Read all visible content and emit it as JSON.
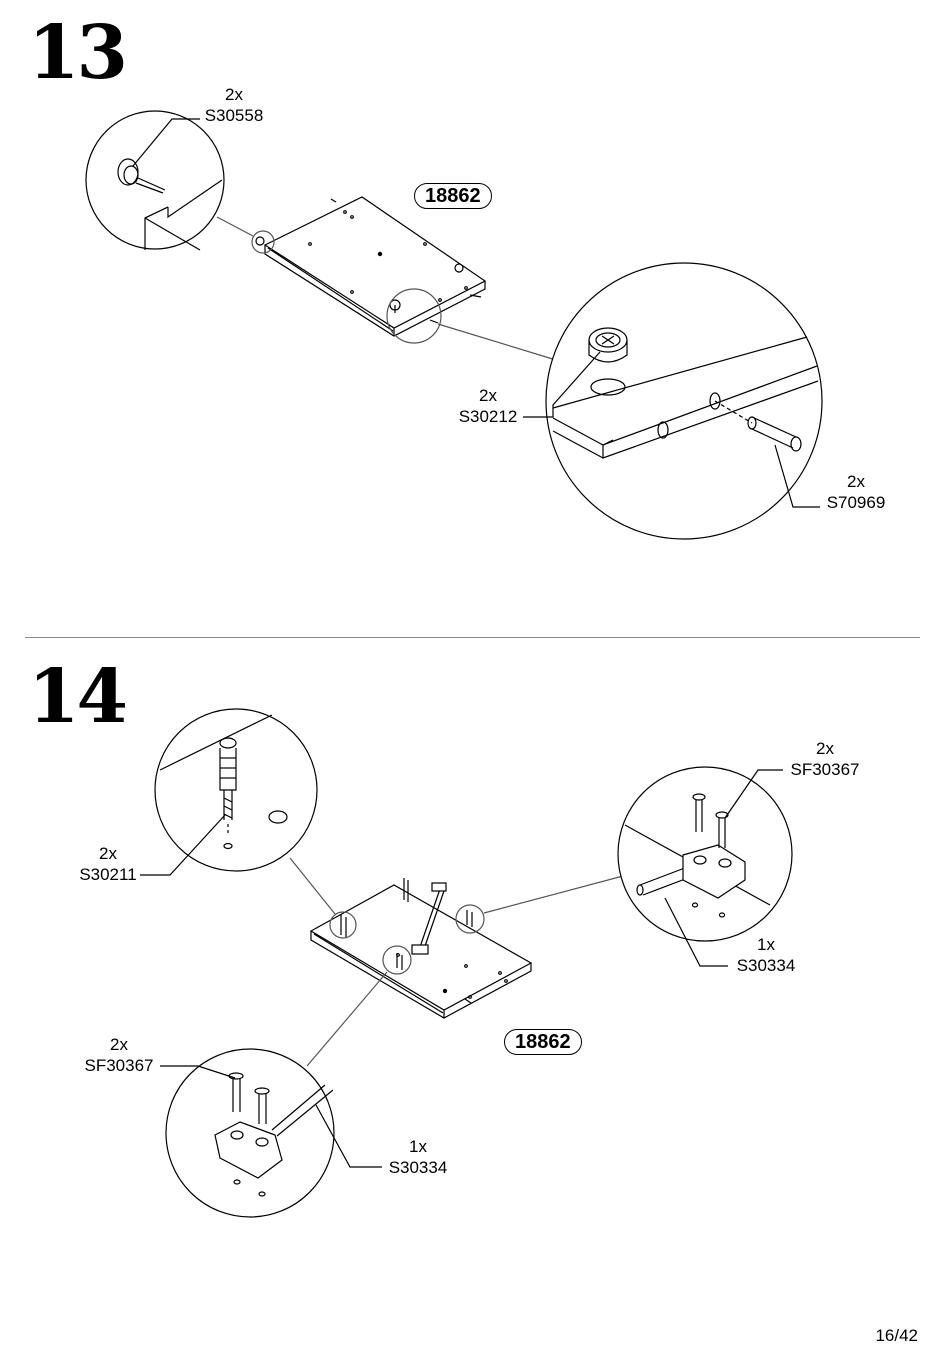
{
  "page": {
    "number": "16/42"
  },
  "step13": {
    "number": "13",
    "panel_id": "18862",
    "callouts": [
      {
        "qty": "2x",
        "part": "S30558"
      },
      {
        "qty": "2x",
        "part": "S30212"
      },
      {
        "qty": "2x",
        "part": "S70969"
      }
    ]
  },
  "step14": {
    "number": "14",
    "panel_id": "18862",
    "callouts": [
      {
        "qty": "2x",
        "part": "S30211"
      },
      {
        "qty": "2x",
        "part": "SF30367"
      },
      {
        "qty": "1x",
        "part": "S30334"
      },
      {
        "qty": "2x",
        "part": "SF30367"
      },
      {
        "qty": "1x",
        "part": "S30334"
      }
    ]
  }
}
